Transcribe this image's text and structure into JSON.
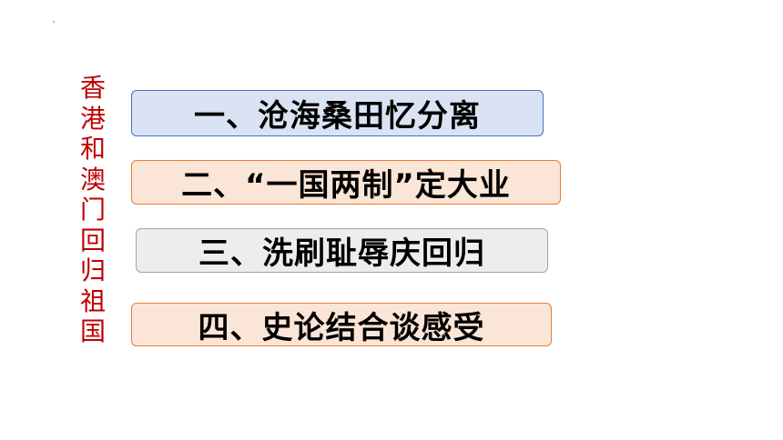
{
  "slide": {
    "vertical_title_chars": [
      "香",
      "港",
      "和",
      "澳",
      "门",
      "回",
      "归",
      "祖",
      "国"
    ],
    "sections": [
      {
        "label": "一、沧海桑田忆分离"
      },
      {
        "label": "二、“一国两制”定大业"
      },
      {
        "label": "三、洗刷耻辱庆回归"
      },
      {
        "label": "四、史论结合谈感受"
      }
    ]
  },
  "colors": {
    "title_red": "#c00000",
    "box1_fill": "#dae3f3",
    "box1_border": "#4472c4",
    "box2_fill": "#fbe5d6",
    "box2_border": "#ed7d31",
    "box3_fill": "#ededed",
    "box3_border": "#a5a5a5",
    "box4_fill": "#fbe5d6",
    "box4_border": "#ed7d31"
  }
}
